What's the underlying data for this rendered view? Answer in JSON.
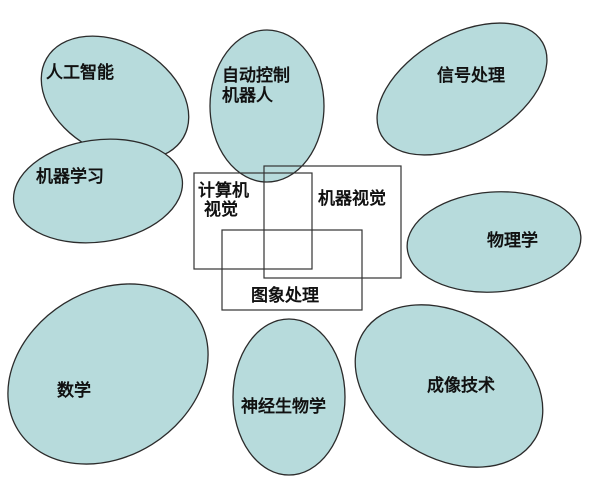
{
  "theme": {
    "ellipse_fill": "#b7dbdc",
    "outline": "#2b2b2b",
    "text": "#111111"
  },
  "fields": {
    "ai": "人工智能",
    "auto_control_line1": "自动控制",
    "auto_control_line2": "机器人",
    "signal_processing": "信号处理",
    "machine_learning": "机器学习",
    "physics": "物理学",
    "math": "数学",
    "neurobiology": "神经生物学",
    "imaging": "成像技术"
  },
  "core": {
    "computer_vision_line1": "计算机",
    "computer_vision_line2": "视觉",
    "machine_vision": "机器视觉",
    "image_processing": "图象处理"
  }
}
